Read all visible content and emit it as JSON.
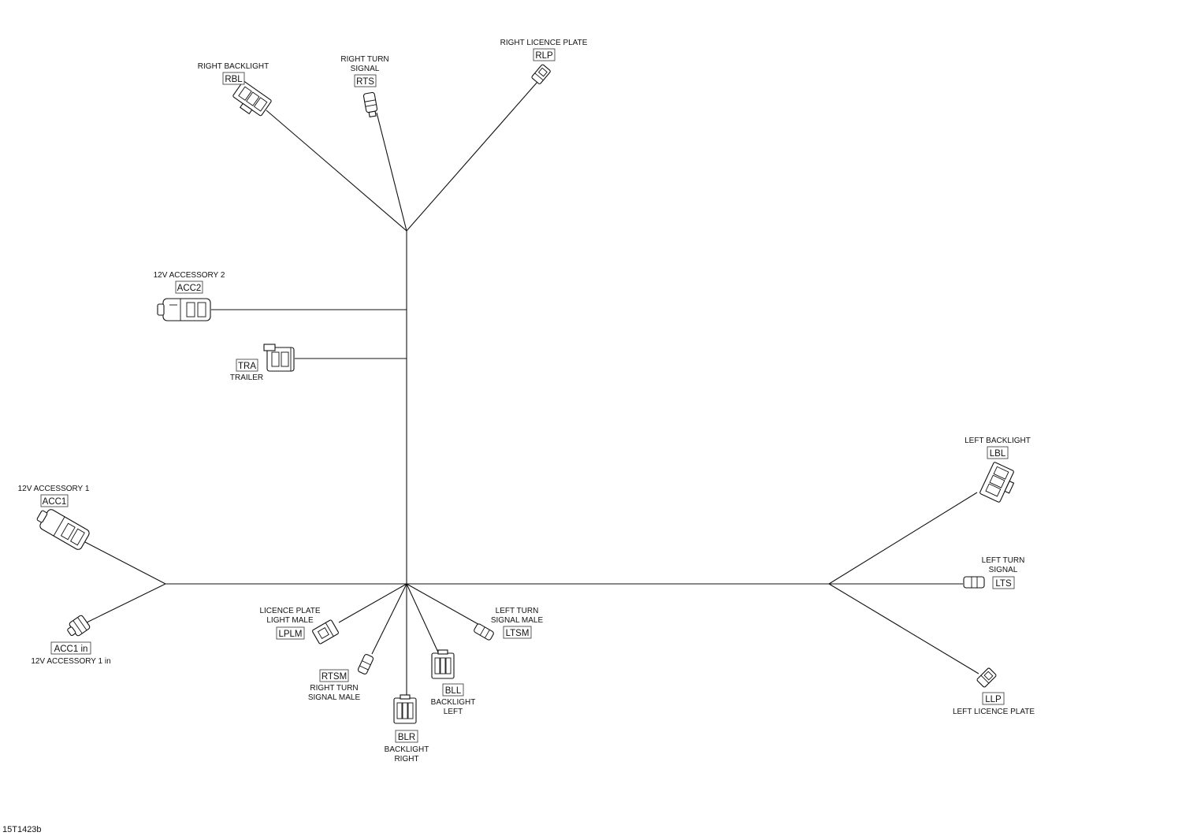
{
  "figure_ref": "15T1423b",
  "connectors": [
    {
      "id": "rbl",
      "code": "RBL",
      "label": [
        "RIGHT BACKLIGHT"
      ]
    },
    {
      "id": "rts",
      "code": "RTS",
      "label": [
        "RIGHT TURN",
        "SIGNAL"
      ]
    },
    {
      "id": "rlp",
      "code": "RLP",
      "label": [
        "RIGHT LICENCE PLATE"
      ]
    },
    {
      "id": "acc2",
      "code": "ACC2",
      "label": [
        "12V ACCESSORY 2"
      ]
    },
    {
      "id": "tra",
      "code": "TRA",
      "label": [
        "TRAILER"
      ]
    },
    {
      "id": "acc1",
      "code": "ACC1",
      "label": [
        "12V ACCESSORY 1"
      ]
    },
    {
      "id": "acc1in",
      "code": "ACC1 in",
      "label": [
        "12V ACCESSORY 1 in"
      ]
    },
    {
      "id": "lplm",
      "code": "LPLM",
      "label": [
        "LICENCE PLATE",
        "LIGHT MALE"
      ]
    },
    {
      "id": "rtsm",
      "code": "RTSM",
      "label": [
        "RIGHT TURN",
        "SIGNAL MALE"
      ]
    },
    {
      "id": "blr",
      "code": "BLR",
      "label": [
        "BACKLIGHT",
        "RIGHT"
      ]
    },
    {
      "id": "bll",
      "code": "BLL",
      "label": [
        "BACKLIGHT",
        "LEFT"
      ]
    },
    {
      "id": "ltsm",
      "code": "LTSM",
      "label": [
        "LEFT TURN",
        "SIGNAL MALE"
      ]
    },
    {
      "id": "lbl",
      "code": "LBL",
      "label": [
        "LEFT BACKLIGHT"
      ]
    },
    {
      "id": "lts",
      "code": "LTS",
      "label": [
        "LEFT TURN",
        "SIGNAL"
      ]
    },
    {
      "id": "llp",
      "code": "LLP",
      "label": [
        "LEFT LICENCE PLATE"
      ]
    }
  ]
}
